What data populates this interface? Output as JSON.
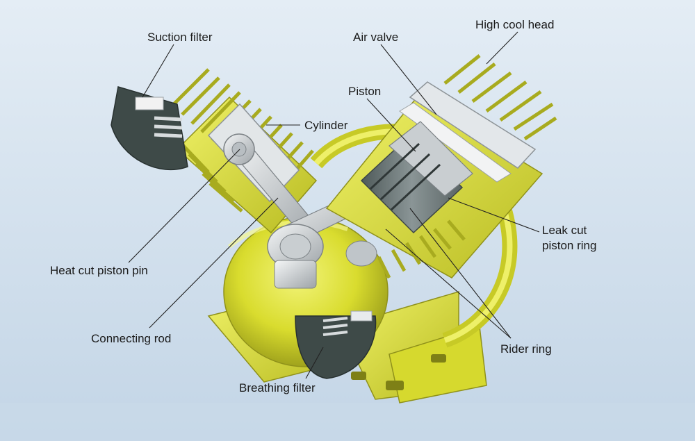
{
  "labels": {
    "suction_filter": "Suction filter",
    "air_valve": "Air valve",
    "high_cool_head": "High cool head",
    "piston": "Piston",
    "cylinder": "Cylinder",
    "leak_cut_line1": "Leak cut",
    "leak_cut_line2": "piston ring",
    "heat_cut_piston_pin": "Heat cut piston pin",
    "connecting_rod": "Connecting rod",
    "rider_ring": "Rider ring",
    "breathing_filter": "Breathing filter"
  },
  "colors": {
    "background_top": "#e4edf5",
    "background_bottom": "#c4d6e6",
    "body_yellow": "#e8ea3c",
    "body_yellow_shadow": "#9a9c1e",
    "metal_grey": "#cfd3d6",
    "filter_dark": "#3e4a48",
    "leader_line": "#222222"
  }
}
